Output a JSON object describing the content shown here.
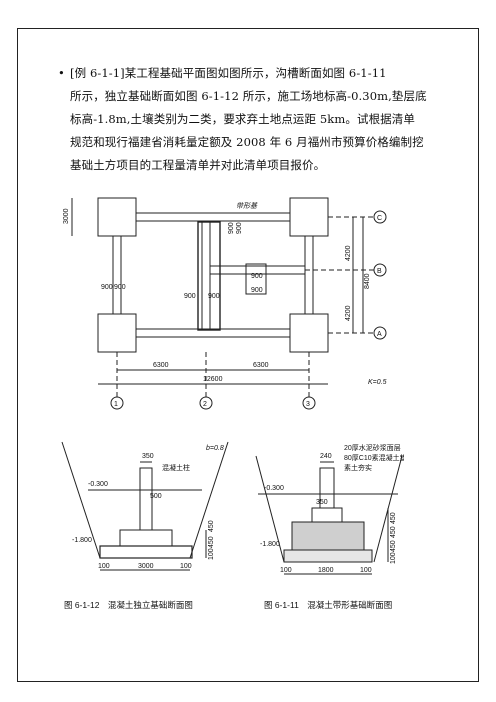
{
  "text": {
    "bullet": "•",
    "line1": "[例 6-1-1]某工程基础平面图如图所示，沟槽断面如图 6-1-11",
    "line2": "所示，独立基础断面如图 6-1-12 所示，施工场地标高-0.30m,垫层底",
    "line3": "标高-1.8m,土壤类别为二类，要求弃土地点运距 5km。试根据清单",
    "line4": "规范和现行福建省消耗量定额及 2008 年 6 月福州市预算价格编制挖",
    "line5": "基础土方项目的工程量清单并对此清单项目报价。"
  },
  "plan": {
    "dim_left": "3000",
    "dim_6300_a": "6300",
    "dim_6300_b": "6300",
    "dim_12600": "12600",
    "dim_900_l1": "900",
    "dim_900_l2": "900",
    "dim_900_m1": "900",
    "dim_900_m2": "900",
    "dim_900_t1": "900",
    "dim_900_t2": "900",
    "dim_900_c1": "900",
    "dim_900_c2": "900",
    "dim_4200_a": "4200",
    "dim_4200_b": "4200",
    "dim_8400": "8400",
    "axis_1": "1",
    "axis_2": "2",
    "axis_3": "3",
    "axis_a": "A",
    "axis_b": "B",
    "axis_c": "C",
    "handwriting": "带形基",
    "scale_note": "K=0.5"
  },
  "section1": {
    "dim_350": "350",
    "label_column": "混凝土柱",
    "elev_top": "-0.300",
    "dim_500": "500",
    "elev_bottom": "-1.800",
    "dim_100_a": "100",
    "dim_3000": "3000",
    "dim_100_b": "100",
    "dim_v_100": "100",
    "dim_v_450a": "450",
    "dim_v_450b": "450",
    "caption": "图 6-1-12　混凝土独立基础断面图",
    "hand_note": "b=0.8"
  },
  "section2": {
    "dim_240": "240",
    "note1": "20厚水泥砂浆面层",
    "note2": "80厚C10素混凝土垫层",
    "note3": "素土夯实",
    "elev_top": "-0.300",
    "dim_350": "350",
    "elev_bottom": "-1.800",
    "dim_100_a": "100",
    "dim_1800": "1800",
    "dim_100_b": "100",
    "dim_v_100": "100",
    "dim_v_450a": "450",
    "dim_v_450b": "450",
    "dim_v_450c": "450",
    "caption": "图 6-1-11　混凝土带形基础断面图"
  }
}
